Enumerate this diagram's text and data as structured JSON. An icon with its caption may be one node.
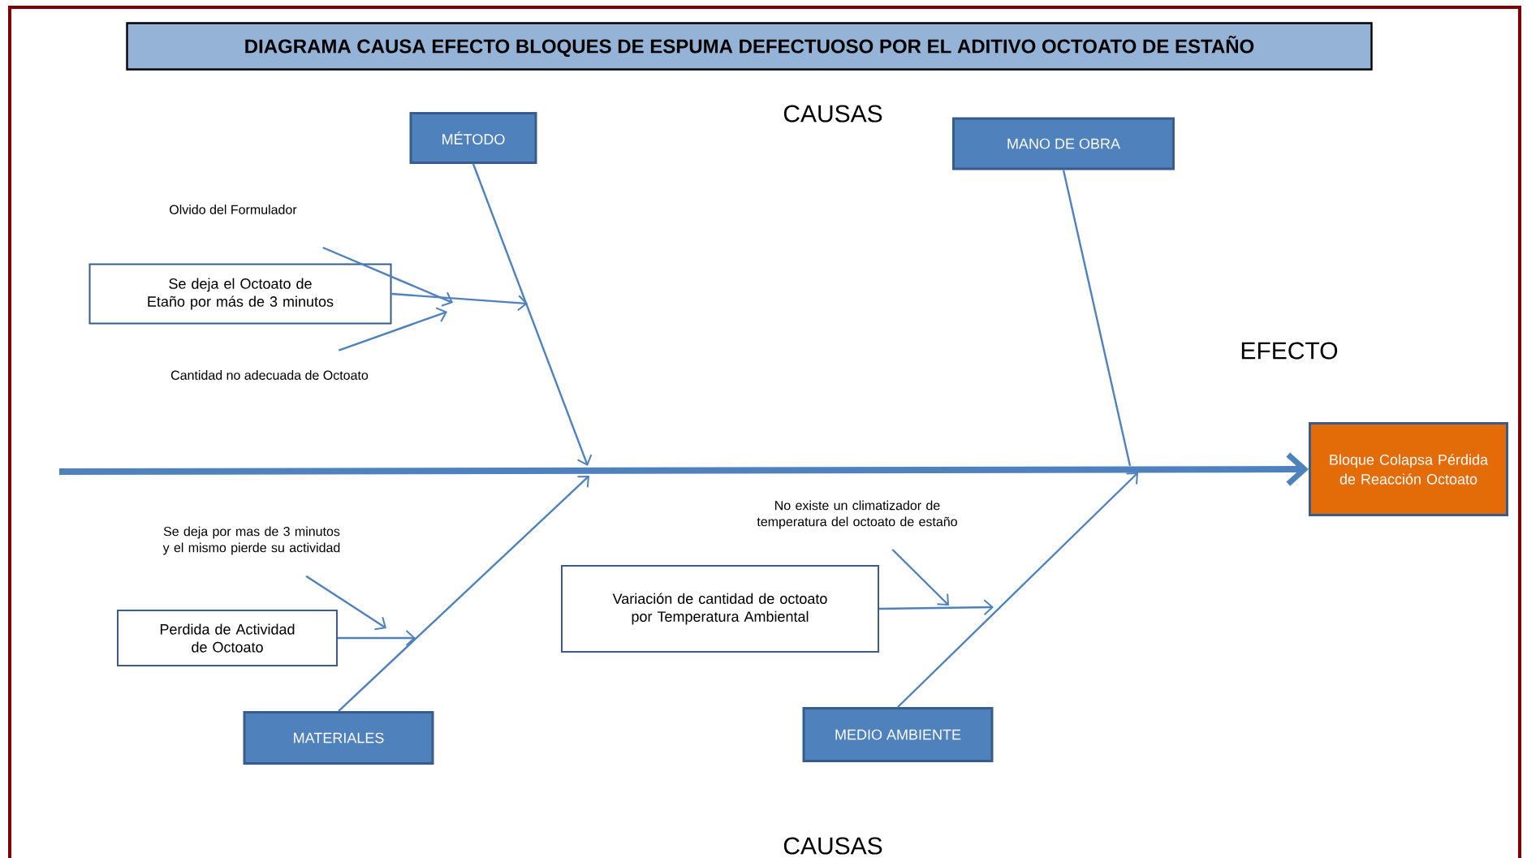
{
  "diagram": {
    "title": "DIAGRAMA CAUSA EFECTO BLOQUES DE ESPUMA DEFECTUOSO POR EL ADITIVO OCTOATO DE ESTAÑO",
    "nodes": [
      {
        "text": [
          "MÉTODO"
        ]
      },
      {
        "text": [
          "MANO DE OBRA"
        ]
      },
      {
        "text": [
          "MATERIALES"
        ]
      },
      {
        "text": [
          "MEDIO AMBIENTE"
        ]
      },
      {
        "text": [
          "Bloque Colapsa Pérdida de Reacción Octoato"
        ]
      },
      {
        "text": [
          "Se deja el Octoato de Etaño por más de 3 minutos"
        ]
      },
      {
        "text": [
          "Perdida de Actividad de Octoato"
        ]
      },
      {
        "text": [
          "Variación de cantidad de octoato por Temperatura Ambiental"
        ]
      },
      {
        "text": [
          "Olvido del Formulador"
        ]
      },
      {
        "text": [
          "Cantidad no adecuada de Octoato"
        ]
      },
      {
        "text": [
          "Se deja por mas de 3 minutos y el mismo pierde su actividad"
        ]
      },
      {
        "text": [
          "No existe un climatizador de temperatura del octoato de estaño"
        ]
      }
    ],
    "edges": [
      {
        "from": null,
        "to": 4,
        "arrow": "to",
        "style": "thick"
      },
      {
        "from": 0,
        "to": null,
        "arrow": "to"
      },
      {
        "from": 1,
        "to": null,
        "arrow": "none"
      },
      {
        "from": 2,
        "to": null,
        "arrow": "to"
      },
      {
        "from": 3,
        "to": null,
        "arrow": "to"
      },
      {
        "from": 5,
        "to": null,
        "arrow": "to"
      },
      {
        "from": 6,
        "to": null,
        "arrow": "to"
      },
      {
        "from": 7,
        "to": null,
        "arrow": "to"
      },
      {
        "from": 8,
        "to": null,
        "arrow": "to"
      },
      {
        "from": 9,
        "to": null,
        "arrow": "to"
      },
      {
        "from": 10,
        "to": null,
        "arrow": "to"
      },
      {
        "from": 11,
        "to": null,
        "arrow": "to"
      }
    ],
    "labels": [
      "CAUSAS",
      "EFECTO",
      "CAUSAS"
    ]
  }
}
